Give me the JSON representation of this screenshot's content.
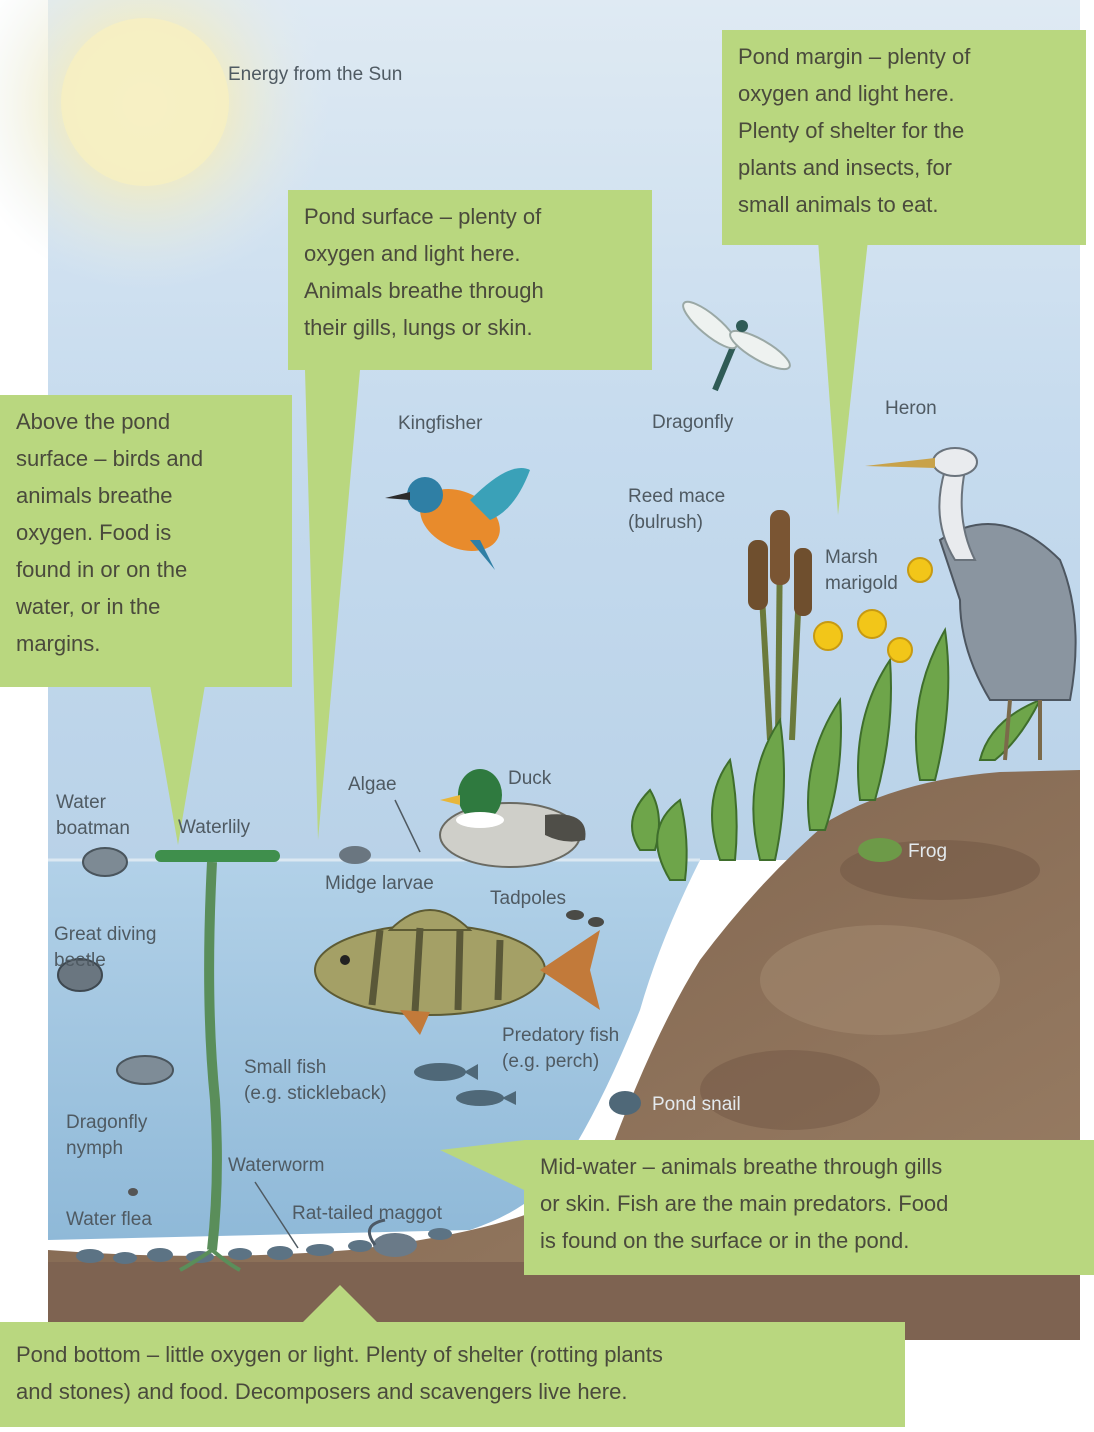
{
  "labels": {
    "energy_sun": "Energy from the Sun",
    "kingfisher": "Kingfisher",
    "dragonfly": "Dragonfly",
    "heron": "Heron",
    "reed_mace": "Reed mace\n(bulrush)",
    "marsh_marigold": "Marsh\nmarigold",
    "algae": "Algae",
    "duck": "Duck",
    "water_boatman": "Water\nboatman",
    "waterlily": "Waterlily",
    "midge_larvae": "Midge larvae",
    "tadpoles": "Tadpoles",
    "frog": "Frog",
    "great_diving_beetle": "Great diving\nbeetle",
    "predatory_fish": "Predatory fish\n(e.g. perch)",
    "small_fish": "Small fish\n(e.g. stickleback)",
    "pond_snail": "Pond snail",
    "dragonfly_nymph": "Dragonfly\nnymph",
    "waterworm": "Waterworm",
    "rat_tailed_maggot": "Rat-tailed maggot",
    "water_flea": "Water flea"
  },
  "callouts": {
    "pond_margin": "Pond margin – plenty of\noxygen and light here.\nPlenty of shelter for the\nplants and insects, for\nsmall animals to eat.",
    "pond_surface": "Pond surface – plenty of\noxygen and light here.\nAnimals breathe through\ntheir gills, lungs or skin.",
    "above_surface": "Above the pond\nsurface – birds and\nanimals breathe\noxygen. Food is\nfound in or on the\nwater, or in the\nmargins.",
    "mid_water": "Mid-water – animals breathe through gills\nor skin. Fish are the main predators. Food\nis found on the surface or in the pond.",
    "pond_bottom": "Pond bottom – little oxygen or light. Plenty of shelter (rotting plants\nand stones) and food. Decomposers and scavengers live here."
  },
  "colors": {
    "callout_fill": "#b9d77f",
    "sky": "#c8dced",
    "water": "#a6c8e2",
    "soil": "#8a6e56"
  }
}
